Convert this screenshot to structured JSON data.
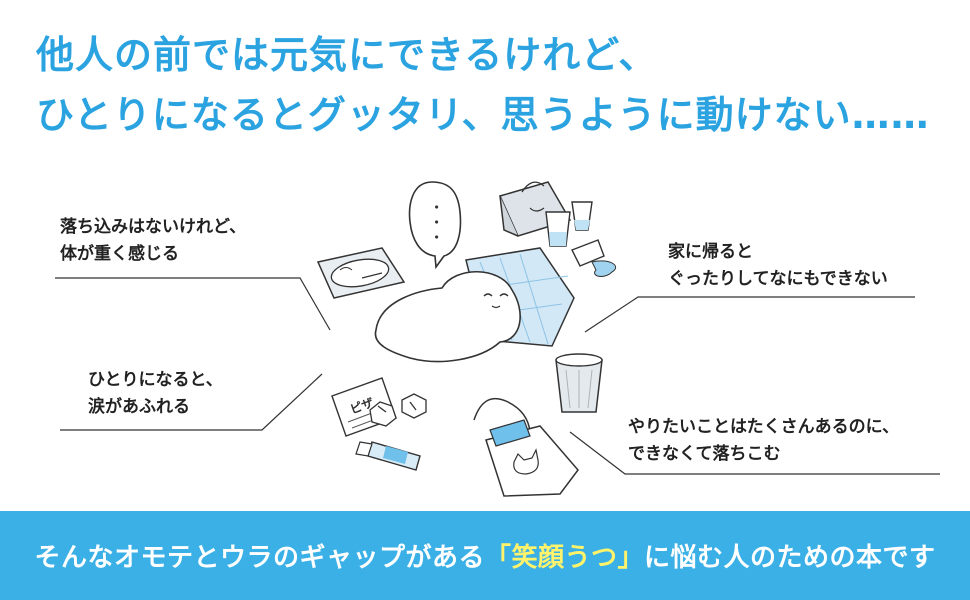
{
  "headline": {
    "line1": "他人の前では元気にできるけれど、",
    "line2": "ひとりになるとグッタリ、思うように動けない……"
  },
  "labels": {
    "top_left": {
      "line1": "落ち込みはないけれど、",
      "line2": "体が重く感じる"
    },
    "mid_left": {
      "line1": "ひとりになると、",
      "line2": "涙があふれる"
    },
    "top_right": {
      "line1": "家に帰ると",
      "line2": "ぐったりしてなにもできない"
    },
    "bottom_right": {
      "line1": "やりたいことはたくさんあるのに、",
      "line2": "できなくて落ちこむ"
    }
  },
  "illustration": {
    "speech_bubble_text": "・・・",
    "magazine_text": "ピザ"
  },
  "footer": {
    "before": "そんなオモテとウラのギャップがある",
    "highlight": "「笑顔うつ」",
    "after": "に悩む人のための本です"
  },
  "colors": {
    "headline": "#2aa3e0",
    "footer_bg": "#3ab0e6",
    "highlight": "#fff36b"
  }
}
